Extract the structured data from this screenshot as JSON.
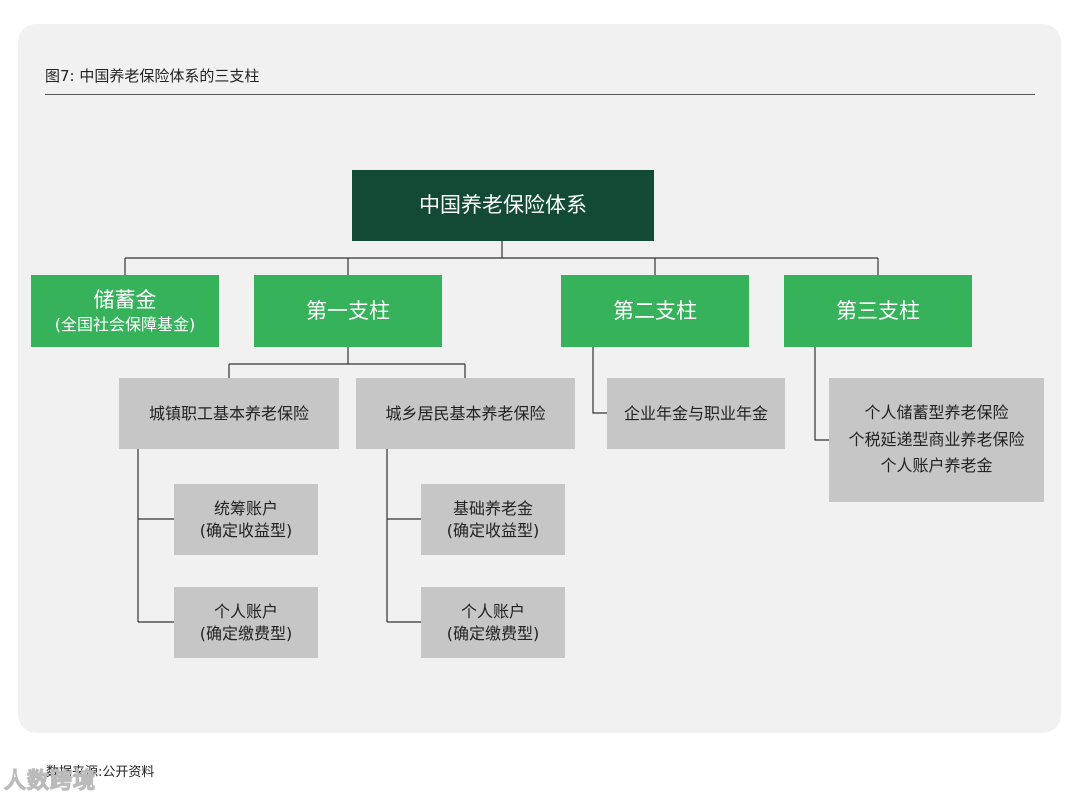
{
  "figure": {
    "title": "图7: 中国养老保险体系的三支柱",
    "source": "数据来源:公开资料",
    "watermark": "人数跨境"
  },
  "diagram": {
    "root": "中国养老保险体系",
    "savings": {
      "label": "储蓄金",
      "sub": "(全国社会保障基金)"
    },
    "pillar1": {
      "label": "第一支柱",
      "urban": {
        "label": "城镇职工基本养老保险",
        "items": [
          {
            "line1": "统筹账户",
            "line2": "(确定收益型)"
          },
          {
            "line1": "个人账户",
            "line2": "(确定缴费型)"
          }
        ]
      },
      "rural": {
        "label": "城乡居民基本养老保险",
        "items": [
          {
            "line1": "基础养老金",
            "line2": "(确定收益型)"
          },
          {
            "line1": "个人账户",
            "line2": "(确定缴费型)"
          }
        ]
      }
    },
    "pillar2": {
      "label": "第二支柱",
      "item": "企业年金与职业年金"
    },
    "pillar3": {
      "label": "第三支柱",
      "items": [
        "个人储蓄型养老保险",
        "个税延递型商业养老保险",
        "个人账户养老金"
      ]
    }
  },
  "colors": {
    "root": "#124a33",
    "pillar": "#35b25a",
    "leaf": "#c6c6c6",
    "connector": "#333333"
  }
}
